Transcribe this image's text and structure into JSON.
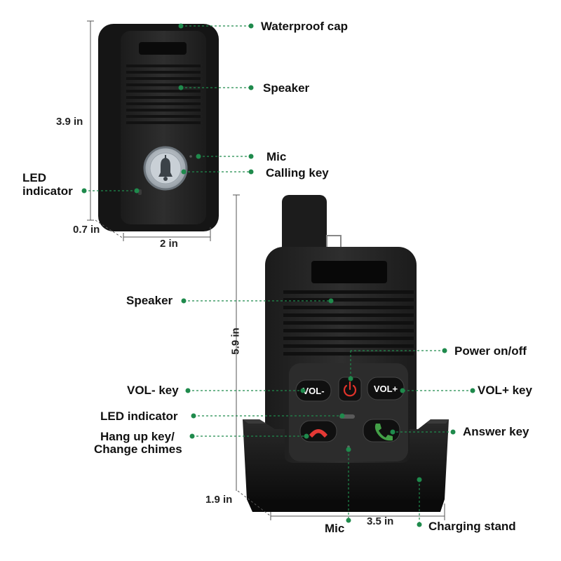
{
  "colors": {
    "leader": "#1f8a4c",
    "device_body": "#262626",
    "device_dark": "#111111",
    "power_red": "#e0332a",
    "hangup_red": "#e53935",
    "answer_green": "#43a047",
    "dimension_line": "#555555",
    "bell_button": "#b8c0c8"
  },
  "icons": {
    "calling_key": "bell-icon",
    "power": "power-icon",
    "hangup": "phone-hangup-icon",
    "answer": "phone-answer-icon"
  },
  "doorbell": {
    "labels": {
      "waterproof_cap": "Waterproof cap",
      "speaker": "Speaker",
      "mic": "Mic",
      "calling_key": "Calling key",
      "led_line1": "LED",
      "led_line2": "indicator"
    },
    "dimensions": {
      "height": "3.9 in",
      "depth": "0.7 in",
      "width": "2 in"
    }
  },
  "receiver": {
    "labels": {
      "speaker": "Speaker",
      "power": "Power on/off",
      "vol_minus_key": "VOL- key",
      "vol_plus_key": "VOL+ key",
      "led_indicator": "LED indicator",
      "hangup_line1": "Hang up key/",
      "hangup_line2": "Change chimes",
      "answer_key": "Answer key",
      "mic": "Mic",
      "charging_stand": "Charging stand"
    },
    "buttons": {
      "vol_minus": "VOL-",
      "vol_plus": "VOL+"
    },
    "dimensions": {
      "height": "5.9 in",
      "stand_height": "1.9 in",
      "width": "3.5 in"
    }
  }
}
